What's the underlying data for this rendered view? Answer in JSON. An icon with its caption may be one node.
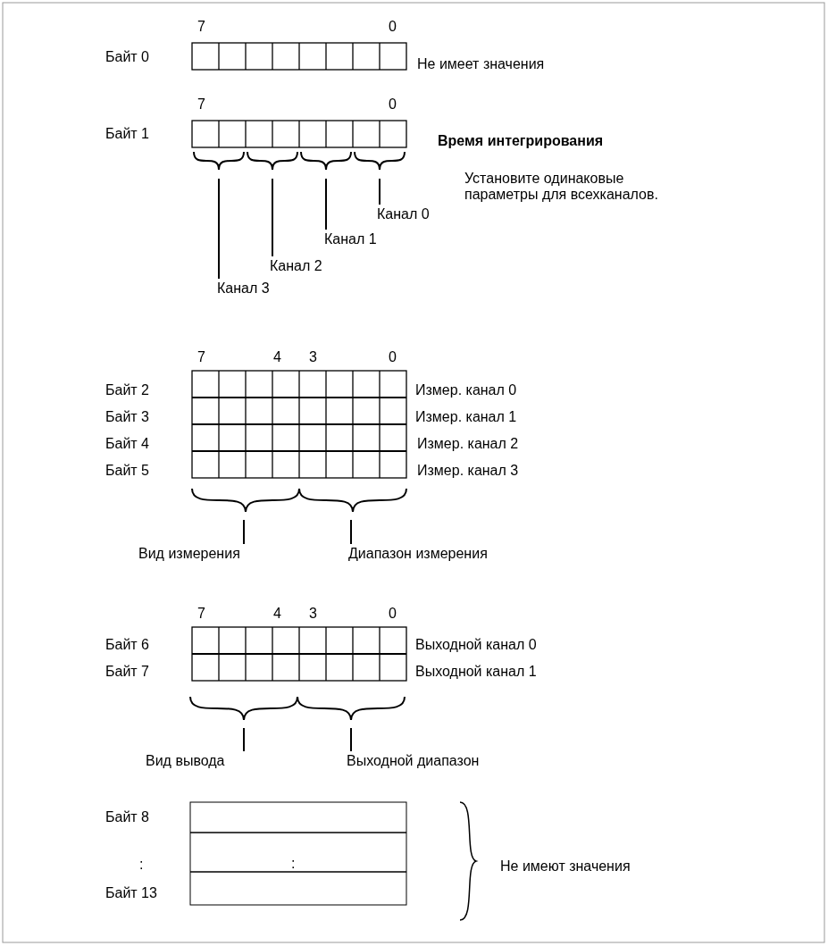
{
  "diagram": {
    "nodes": [
      {
        "text": [
          "Канал 0"
        ]
      },
      {
        "text": [
          "Канал 1"
        ]
      },
      {
        "text": [
          "Канал 2"
        ]
      },
      {
        "text": [
          "Канал 3"
        ]
      },
      {
        "text": [
          "Вид измерения"
        ]
      },
      {
        "text": [
          "Диапазон измерения"
        ]
      },
      {
        "text": [
          "Вид вывода"
        ]
      },
      {
        "text": [
          "Выходной диапазон"
        ]
      }
    ],
    "edges": [
      {
        "from": 0,
        "to": null,
        "arrow": "none"
      },
      {
        "from": 1,
        "to": null,
        "arrow": "none"
      },
      {
        "from": 2,
        "to": null,
        "arrow": "none"
      },
      {
        "from": 3,
        "to": null,
        "arrow": "none"
      },
      {
        "from": 4,
        "to": null,
        "arrow": "none"
      },
      {
        "from": 5,
        "to": null,
        "arrow": "none"
      },
      {
        "from": 6,
        "to": null,
        "arrow": "none"
      },
      {
        "from": 7,
        "to": null,
        "arrow": "none"
      }
    ],
    "labels": [
      "7",
      "0",
      "Байт 0",
      "Не имеет значения",
      "7",
      "0",
      "Байт 1",
      "Время интегрирования",
      "Установите одинаковые параметры для всехканалов.",
      "7",
      "4",
      "3",
      "0",
      "Байт 2",
      "Измер. канал 0",
      "Байт 3",
      "Измер. канал 1",
      "Байт 4",
      "Измер. канал 2",
      "Байт 5",
      "Измер. канал 3",
      "7",
      "4",
      "3",
      "0",
      "Байт 6",
      "Выходной канал 0",
      "Байт 7",
      "Выходной канал 1",
      "Байт 8",
      ":",
      ":",
      "Не имеют значения",
      "Байт 13"
    ]
  }
}
